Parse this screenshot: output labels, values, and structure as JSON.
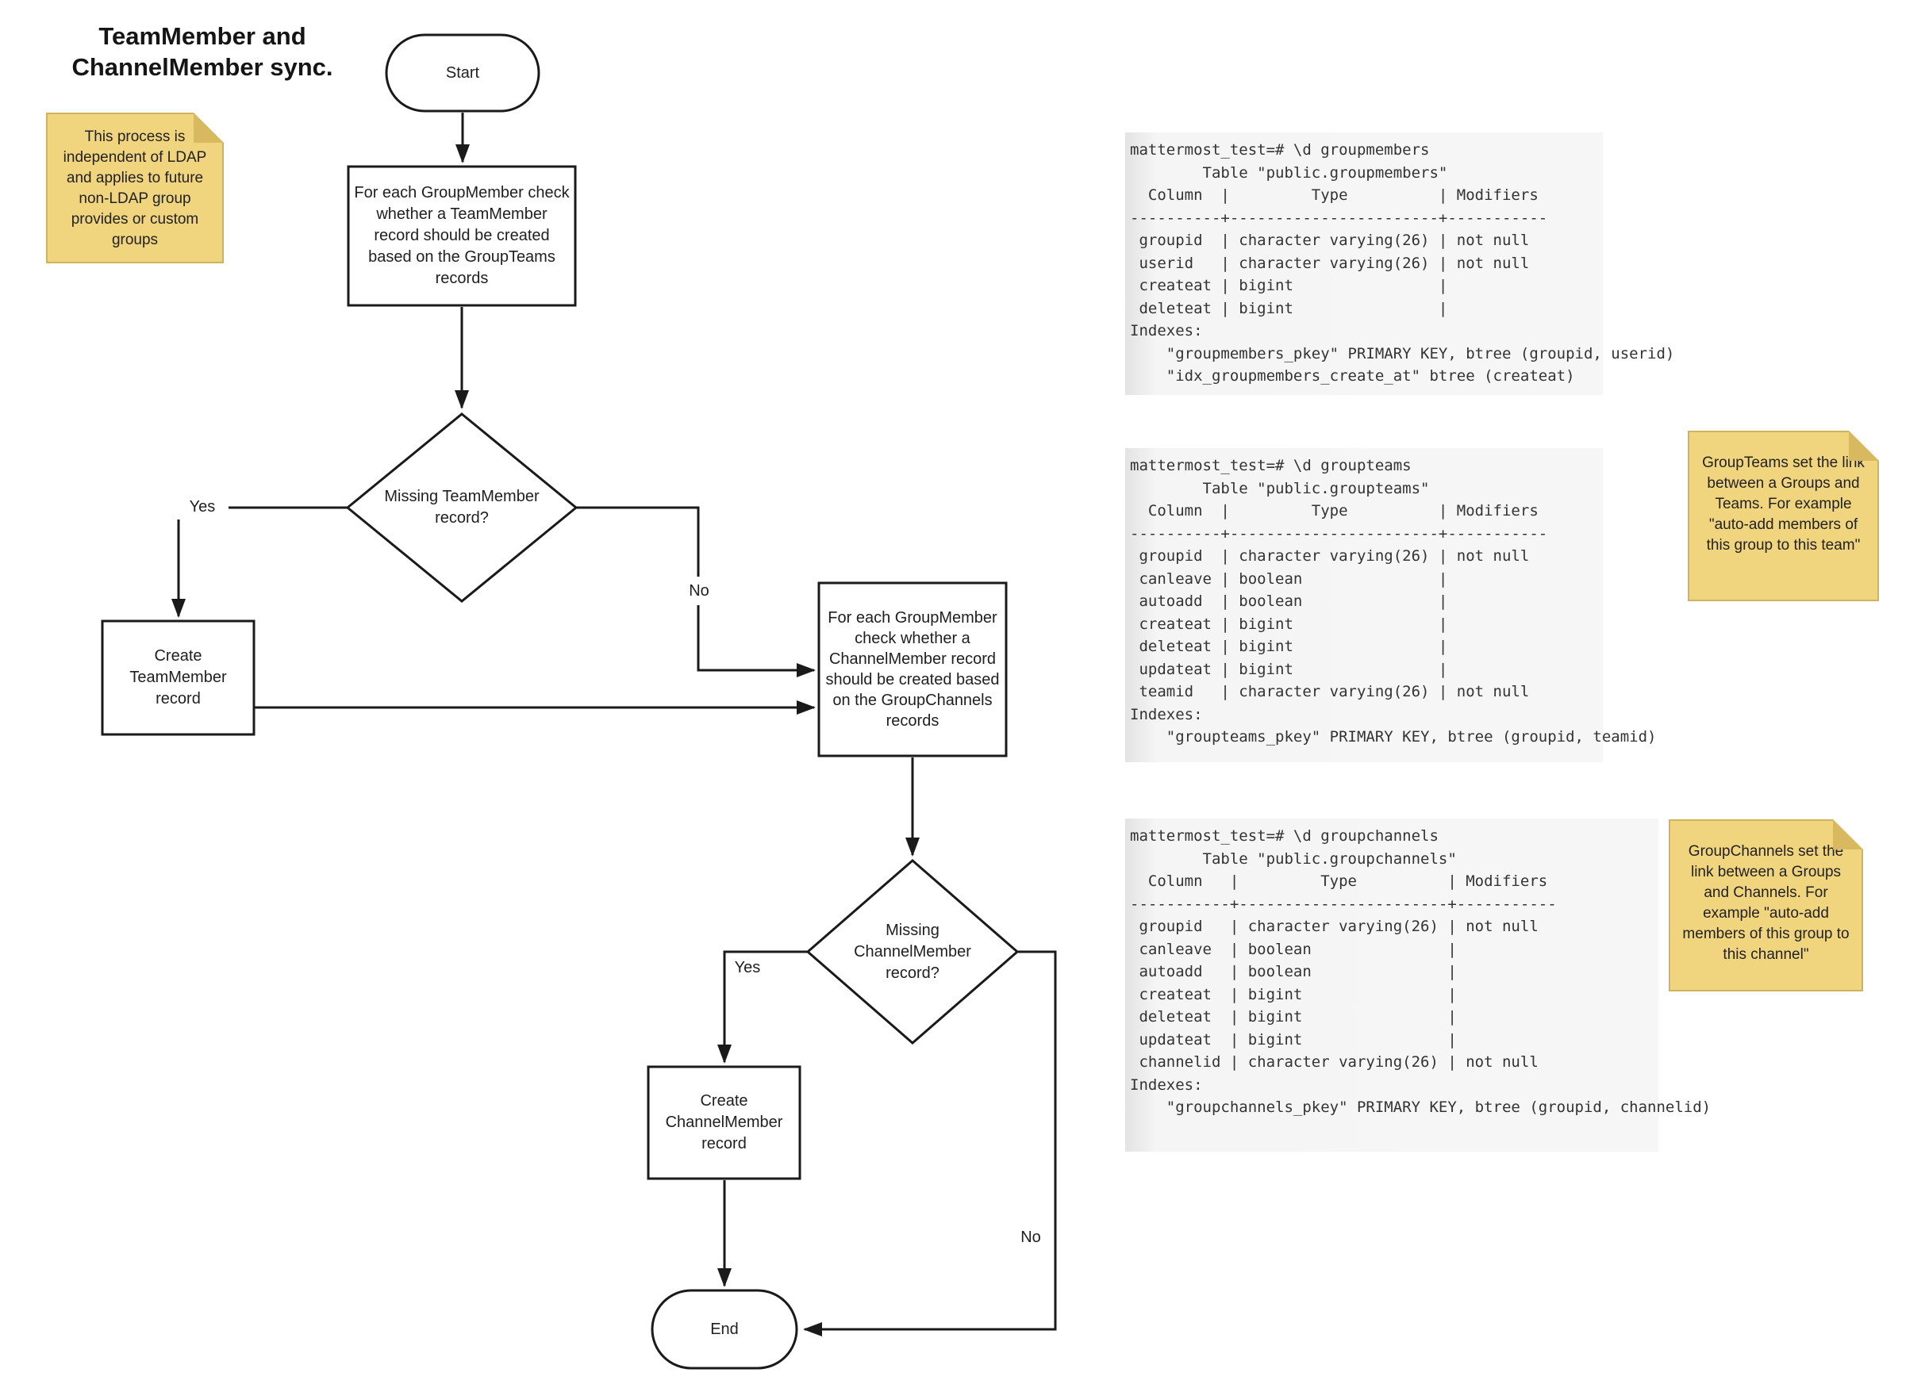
{
  "title": {
    "line1": "TeamMember and",
    "line2": "ChannelMember sync."
  },
  "notes": [
    {
      "text": "This process is independent of LDAP and applies to future non-LDAP group provides or custom groups"
    },
    {
      "text": "GroupTeams set the link between a Groups and Teams. For example \"auto-add members of this group to this team\""
    },
    {
      "text": "GroupChannels set the link between a Groups and Channels. For example \"auto-add members of this group to this channel\""
    }
  ],
  "flowchart": {
    "start_label": "Start",
    "process1": "For each GroupMember check whether a TeamMember record should be created based on the GroupTeams records",
    "decision1": "Missing TeamMember record?",
    "create_teammember": "Create TeamMember record",
    "process2": "For each GroupMember check whether a ChannelMember record should be created based on the GroupChannels records",
    "decision2": "Missing ChannelMember record?",
    "create_channelmember": "Create ChannelMember record",
    "end_label": "End",
    "labels": {
      "yes1": "Yes",
      "no1": "No",
      "yes2": "Yes",
      "no2": "No"
    }
  },
  "terminals": [
    {
      "name": "groupmembers",
      "lines": [
        "mattermost_test=# \\d groupmembers",
        "        Table \"public.groupmembers\"",
        "  Column  |         Type          | Modifiers",
        "----------+-----------------------+-----------",
        " groupid  | character varying(26) | not null",
        " userid   | character varying(26) | not null",
        " createat | bigint                |",
        " deleteat | bigint                |",
        "Indexes:",
        "    \"groupmembers_pkey\" PRIMARY KEY, btree (groupid, userid)",
        "    \"idx_groupmembers_create_at\" btree (createat)"
      ]
    },
    {
      "name": "groupteams",
      "lines": [
        "mattermost_test=# \\d groupteams",
        "        Table \"public.groupteams\"",
        "  Column  |         Type          | Modifiers",
        "----------+-----------------------+-----------",
        " groupid  | character varying(26) | not null",
        " canleave | boolean               |",
        " autoadd  | boolean               |",
        " createat | bigint                |",
        " deleteat | bigint                |",
        " updateat | bigint                |",
        " teamid   | character varying(26) | not null",
        "Indexes:",
        "    \"groupteams_pkey\" PRIMARY KEY, btree (groupid, teamid)"
      ]
    },
    {
      "name": "groupchannels",
      "lines": [
        "mattermost_test=# \\d groupchannels",
        "        Table \"public.groupchannels\"",
        "  Column   |         Type          | Modifiers",
        "-----------+-----------------------+-----------",
        " groupid   | character varying(26) | not null",
        " canleave  | boolean               |",
        " autoadd   | boolean               |",
        " createat  | bigint                |",
        " deleteat  | bigint                |",
        " updateat  | bigint                |",
        " channelid | character varying(26) | not null",
        "Indexes:",
        "    \"groupchannels_pkey\" PRIMARY KEY, btree (groupid, channelid)"
      ]
    }
  ],
  "colors": {
    "note_fill": "#f0d57e",
    "note_fold": "#d8b95f",
    "note_border": "#cfb45e",
    "shape_stroke": "#1a1a1a",
    "shape_fill": "#ffffff",
    "terminal_bg": "#f5f5f5",
    "terminal_text": "#333333"
  }
}
